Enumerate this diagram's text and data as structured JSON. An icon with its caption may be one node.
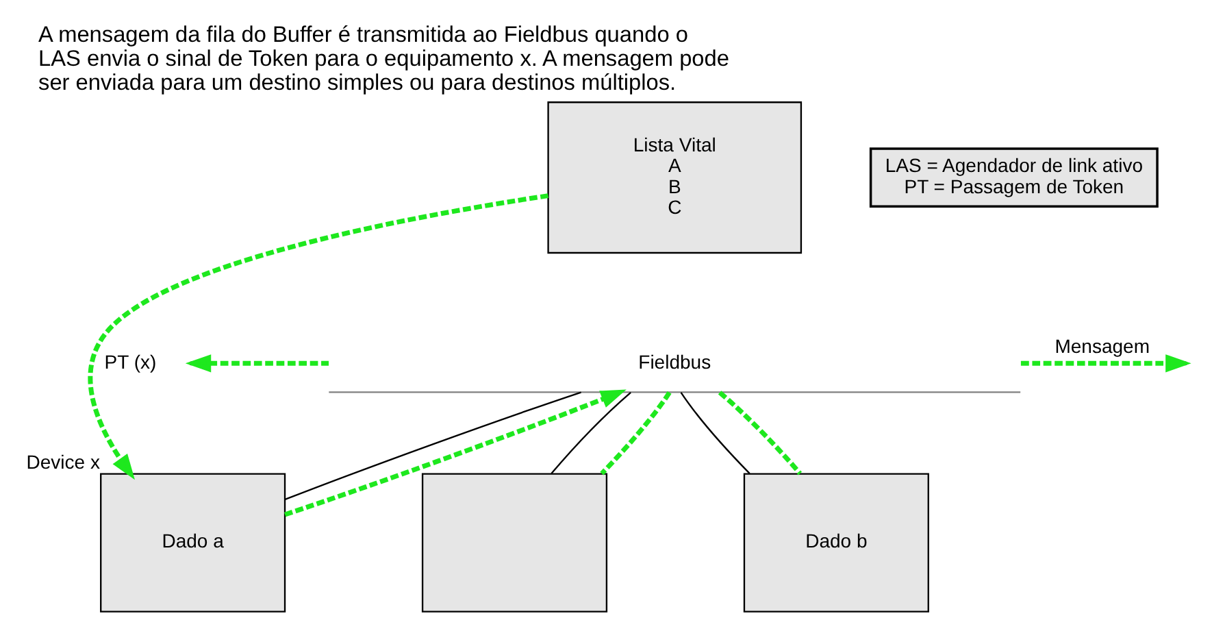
{
  "diagram": {
    "title": "A mensagem da fila do Buffer é transmitida ao Fieldbus quando o LAS envia o sinal de Token para o equipamento x. A mensagem pode ser enviada para um destino simples ou para destinos múltiplos.",
    "nodes": [
      {
        "text": [
          "Lista Vital",
          "A",
          "B",
          "C"
        ]
      },
      {
        "text": [
          "LAS = Agendador de link ativo",
          "PT = Passagem de Token"
        ]
      },
      {
        "text": [
          "Fieldbus"
        ]
      },
      {
        "text": [
          "Dado a"
        ],
        "beside": [
          "Device x"
        ]
      },
      {
        "text": [],
        "shape": "box"
      },
      {
        "text": [
          "Dado b"
        ]
      }
    ],
    "edges": [
      {
        "from": 0,
        "to": 3,
        "arrow": "to",
        "label": "PT (x)",
        "style": "dashed",
        "color": "#1ee81e"
      },
      {
        "from": 2,
        "to": 3,
        "arrow": "none",
        "color": "#000000"
      },
      {
        "from": 2,
        "to": 4,
        "arrow": "none",
        "color": "#000000"
      },
      {
        "from": 2,
        "to": 5,
        "arrow": "none",
        "color": "#000000"
      },
      {
        "from": 3,
        "to": 2,
        "arrow": "to",
        "style": "dashed",
        "color": "#1ee81e"
      },
      {
        "from": 2,
        "to": null,
        "arrow": "to",
        "label": "Mensagem",
        "style": "dashed",
        "color": "#1ee81e"
      },
      {
        "from": 2,
        "to": null,
        "arrow": "to",
        "style": "dashed",
        "color": "#1ee81e"
      },
      {
        "from": 2,
        "to": 4,
        "arrow": "none",
        "style": "dashed",
        "color": "#1ee81e"
      },
      {
        "from": 2,
        "to": 5,
        "arrow": "none",
        "style": "dashed",
        "color": "#1ee81e"
      }
    ]
  }
}
